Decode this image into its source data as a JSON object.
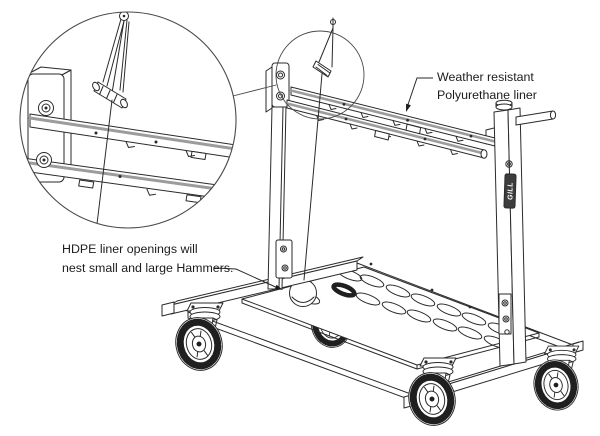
{
  "page": {
    "title": "Hammer cart technical illustration",
    "background": "#ffffff"
  },
  "illustration": {
    "type": "line-drawing",
    "subject": "Wheeled hammer storage cart with magnified detail callout of liner rail and hanging hammer",
    "brand_logo": "GILL"
  },
  "callouts": {
    "liner": {
      "line1": "Weather resistant",
      "line2": "Polyurethane liner"
    },
    "openings": {
      "line1": "HDPE liner openings will",
      "line2": "nest small and large Hammers."
    }
  },
  "colors": {
    "line": "#2a2a2a",
    "liner_gray": "#9c9c9c",
    "tire": "#1f1f1f",
    "badge": "#3d3d3d",
    "background": "#ffffff"
  }
}
